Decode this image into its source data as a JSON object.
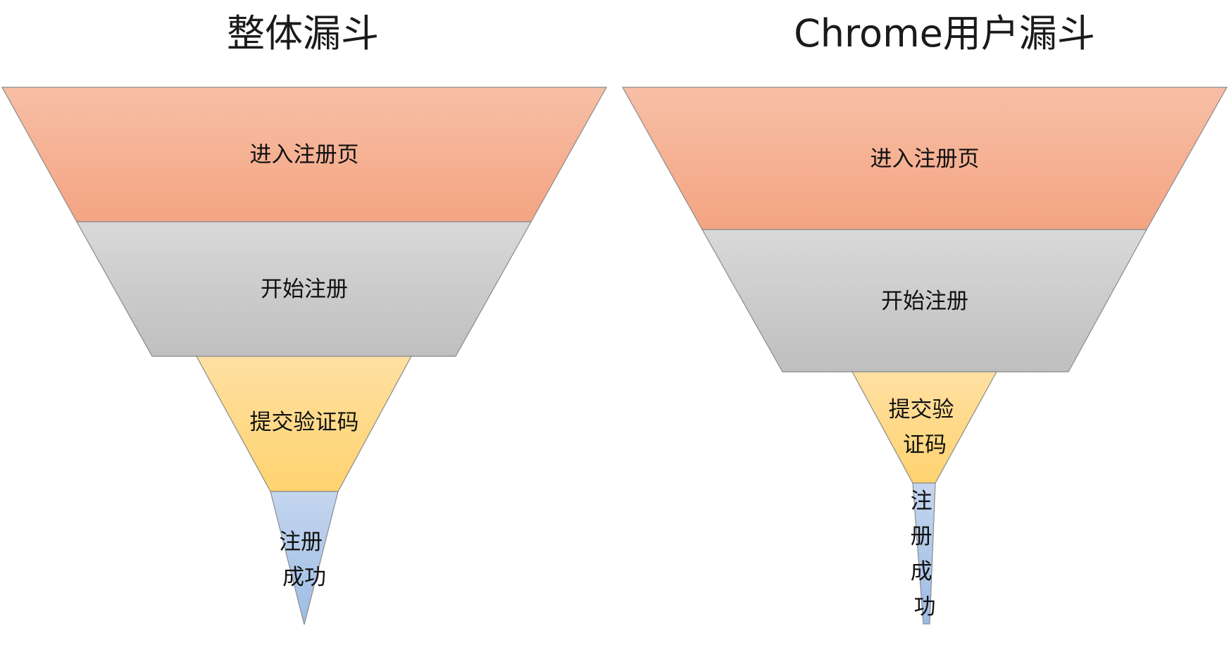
{
  "colors": {
    "stage_1": [
      "#F7BFA6",
      "#F4A482"
    ],
    "stage_2": [
      "#D9D9D9",
      "#BFBFBF"
    ],
    "stage_3": [
      "#FFE0A3",
      "#FFD36F"
    ],
    "stage_4": [
      "#C5D6EF",
      "#9CBDE4"
    ]
  },
  "funnels": [
    {
      "title": "整体漏斗",
      "stages": [
        {
          "label": "进入注册页"
        },
        {
          "label": "开始注册"
        },
        {
          "label": "提交验证码"
        },
        {
          "label": "注册成功"
        }
      ]
    },
    {
      "title": "Chrome用户漏斗",
      "stages": [
        {
          "label": "进入注册页"
        },
        {
          "label": "开始注册"
        },
        {
          "label": "提交验证码"
        },
        {
          "label": "注册成功"
        }
      ]
    }
  ]
}
